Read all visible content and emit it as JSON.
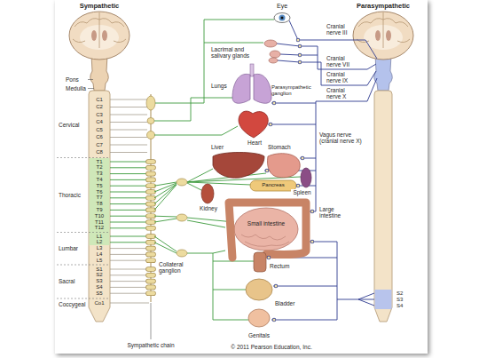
{
  "diagram": {
    "labels": [
      "Sympathetic",
      "Parasympathetic",
      "Pons",
      "Medulla",
      "C1",
      "C2",
      "C3",
      "C4",
      "C5",
      "C6",
      "C7",
      "C8",
      "T1",
      "T2",
      "T3",
      "T4",
      "T5",
      "T6",
      "T7",
      "T8",
      "T9",
      "T10",
      "T11",
      "T12",
      "L1",
      "L2",
      "L3",
      "L4",
      "L5",
      "S1",
      "S2",
      "S3",
      "S4",
      "S5",
      "Co1",
      "Cervical",
      "Thoracic",
      "Lumbar",
      "Sacral",
      "Coccygeal",
      "Eye",
      "Lacrimal and salivary glands",
      "Lungs",
      "Parasympathetic ganglion",
      "Heart",
      "Liver",
      "Stomach",
      "Spleen",
      "Pancreas",
      "Kidney",
      "Small intestine",
      "Large intestine",
      "Rectum",
      "Bladder",
      "Genitals",
      "Collateral ganglion",
      "Sympathetic chain",
      "Cranial nerve III",
      "Cranial nerve VII",
      "Cranial nerve IX",
      "Cranial nerve X",
      "Vagus nerve (cranial nerve X)",
      "S2",
      "S3",
      "S4",
      "© 2011 Pearson Education, Inc."
    ]
  }
}
